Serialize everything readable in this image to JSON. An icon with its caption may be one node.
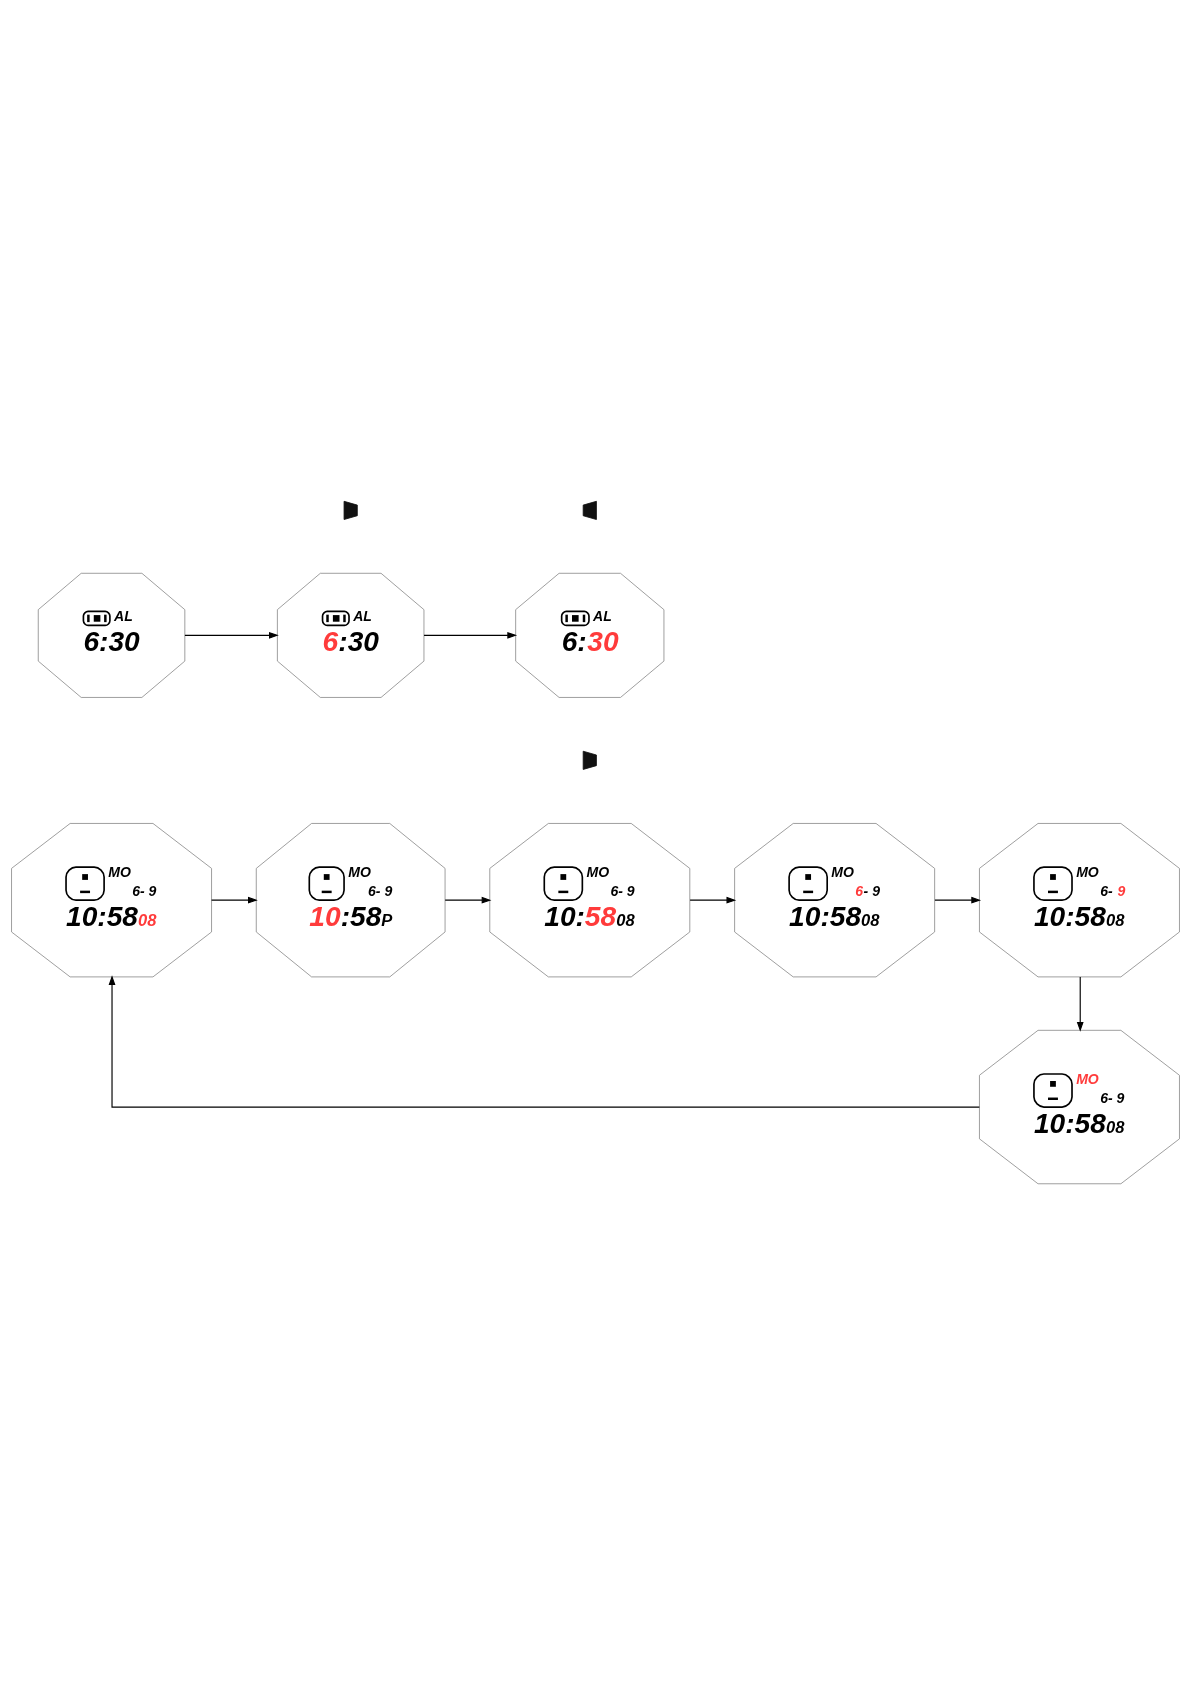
{
  "diagram": {
    "nodes": [
      {
        "text": [
          "AL",
          "6:30"
        ]
      },
      {
        "text": [
          "AL",
          "6:30"
        ]
      },
      {
        "text": [
          "AL",
          "6:30"
        ]
      },
      {
        "text": [
          "MO",
          "6- 9",
          "10:58",
          "08"
        ]
      },
      {
        "text": [
          "MO",
          "6- 9",
          "10:58",
          "P"
        ]
      },
      {
        "text": [
          "MO",
          "6- 9",
          "10:58",
          "08"
        ]
      },
      {
        "text": [
          "MO",
          "6- 9",
          "10:58",
          "08"
        ]
      },
      {
        "text": [
          "MO",
          "6- 9",
          "10:58",
          "08"
        ]
      },
      {
        "text": [
          "MO",
          "6- 9",
          "10:58",
          "08"
        ]
      }
    ],
    "edges": [
      {
        "from": 0,
        "to": 1,
        "arrow": "to"
      },
      {
        "from": 1,
        "to": 2,
        "arrow": "to"
      },
      {
        "from": 3,
        "to": 4,
        "arrow": "to"
      },
      {
        "from": 4,
        "to": 5,
        "arrow": "to"
      },
      {
        "from": 5,
        "to": 6,
        "arrow": "to"
      },
      {
        "from": 6,
        "to": 7,
        "arrow": "to"
      },
      {
        "from": 7,
        "to": 8,
        "arrow": "to"
      },
      {
        "from": 8,
        "to": 3,
        "arrow": "to"
      }
    ]
  }
}
